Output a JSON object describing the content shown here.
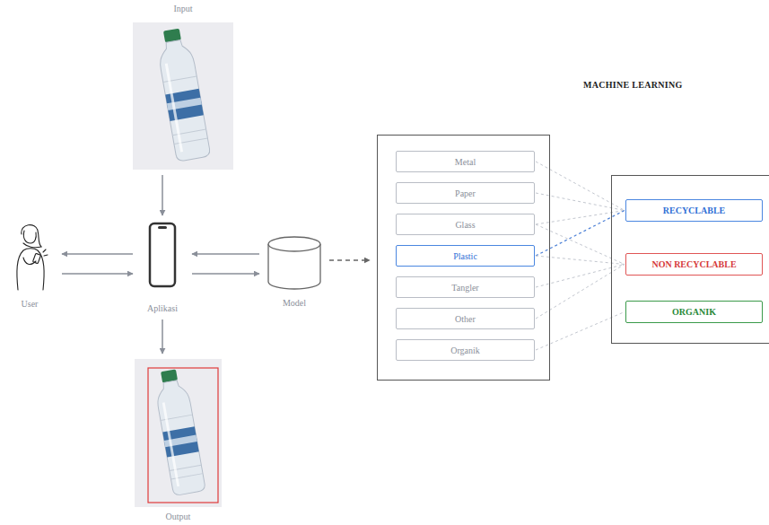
{
  "diagram": {
    "title": "MACHINE LEARNING",
    "nodes": [
      {
        "text": [
          "Input"
        ]
      },
      {
        "text": [
          "User"
        ]
      },
      {
        "text": [
          "Aplikasi"
        ]
      },
      {
        "text": [
          "Model"
        ]
      },
      {
        "text": [
          "Output"
        ]
      },
      {
        "text": []
      },
      {
        "text": [
          "Metal"
        ],
        "in": 5
      },
      {
        "text": [
          "Paper"
        ],
        "in": 5
      },
      {
        "text": [
          "Glass"
        ],
        "in": 5
      },
      {
        "text": [
          "Plastic"
        ],
        "in": 5
      },
      {
        "text": [
          "Tangler"
        ],
        "in": 5
      },
      {
        "text": [
          "Other"
        ],
        "in": 5
      },
      {
        "text": [
          "Organik"
        ],
        "in": 5
      },
      {
        "text": []
      },
      {
        "text": [
          "RECYCLABLE"
        ],
        "in": 13
      },
      {
        "text": [
          "NON RECYCLABLE"
        ],
        "in": 13
      },
      {
        "text": [
          "ORGANIK"
        ],
        "in": 13
      }
    ],
    "edges": [
      {
        "from": 0,
        "to": 2,
        "arrow": "to"
      },
      {
        "from": 2,
        "to": 1,
        "arrow": "to"
      },
      {
        "from": 1,
        "to": 2,
        "arrow": "to"
      },
      {
        "from": 3,
        "to": 2,
        "arrow": "to"
      },
      {
        "from": 2,
        "to": 3,
        "arrow": "to"
      },
      {
        "from": 3,
        "to": 5,
        "arrow": "to"
      },
      {
        "from": 2,
        "to": 4,
        "arrow": "to"
      },
      {
        "from": 6,
        "to": 14,
        "arrow": "none"
      },
      {
        "from": 7,
        "to": 14,
        "arrow": "none"
      },
      {
        "from": 8,
        "to": 14,
        "arrow": "none"
      },
      {
        "from": 8,
        "to": 15,
        "arrow": "none"
      },
      {
        "from": 9,
        "to": 14,
        "arrow": "none"
      },
      {
        "from": 9,
        "to": 15,
        "arrow": "none"
      },
      {
        "from": 10,
        "to": 15,
        "arrow": "none"
      },
      {
        "from": 11,
        "to": 15,
        "arrow": "none"
      },
      {
        "from": 12,
        "to": 16,
        "arrow": "none"
      }
    ]
  }
}
